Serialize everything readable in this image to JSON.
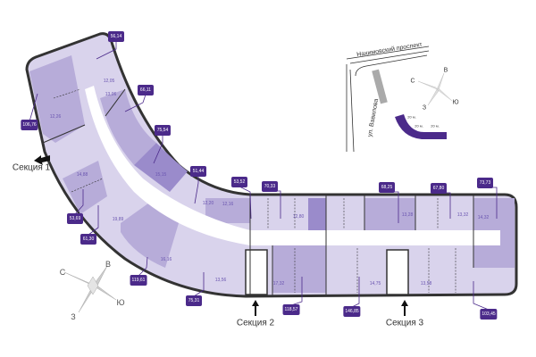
{
  "sections": [
    "Секция 1",
    "Секция 2",
    "Секция 3"
  ],
  "apartment_areas": [
    "56,14",
    "66,11",
    "106,76",
    "75,54",
    "51,44",
    "53,52",
    "70,33",
    "68,25",
    "67,80",
    "73,73",
    "53,69",
    "61,30",
    "119,61",
    "75,31",
    "118,57",
    "146,85",
    "103,45"
  ],
  "room_areas": [
    "12,05",
    "13,06",
    "12,26",
    "14,88",
    "15,15",
    "19,89",
    "16,16",
    "13,56",
    "12,20",
    "12,16",
    "12,80",
    "17,32",
    "14,75",
    "13,28",
    "13,32",
    "14,32",
    "13,58"
  ],
  "compass": {
    "north": "С",
    "east": "В",
    "south": "Ю",
    "west": "З"
  },
  "site_plan": {
    "street1": "Нахимовский проспект",
    "street2": "ул. Вавилова",
    "dims": [
      "20 м.",
      "20 м.",
      "20 м."
    ]
  },
  "colors": {
    "tag": "#4b2a8a",
    "light": "#d9d3ec",
    "mid": "#b7acd9",
    "dark": "#9a8bcb",
    "plan": "#4b2a8a"
  }
}
